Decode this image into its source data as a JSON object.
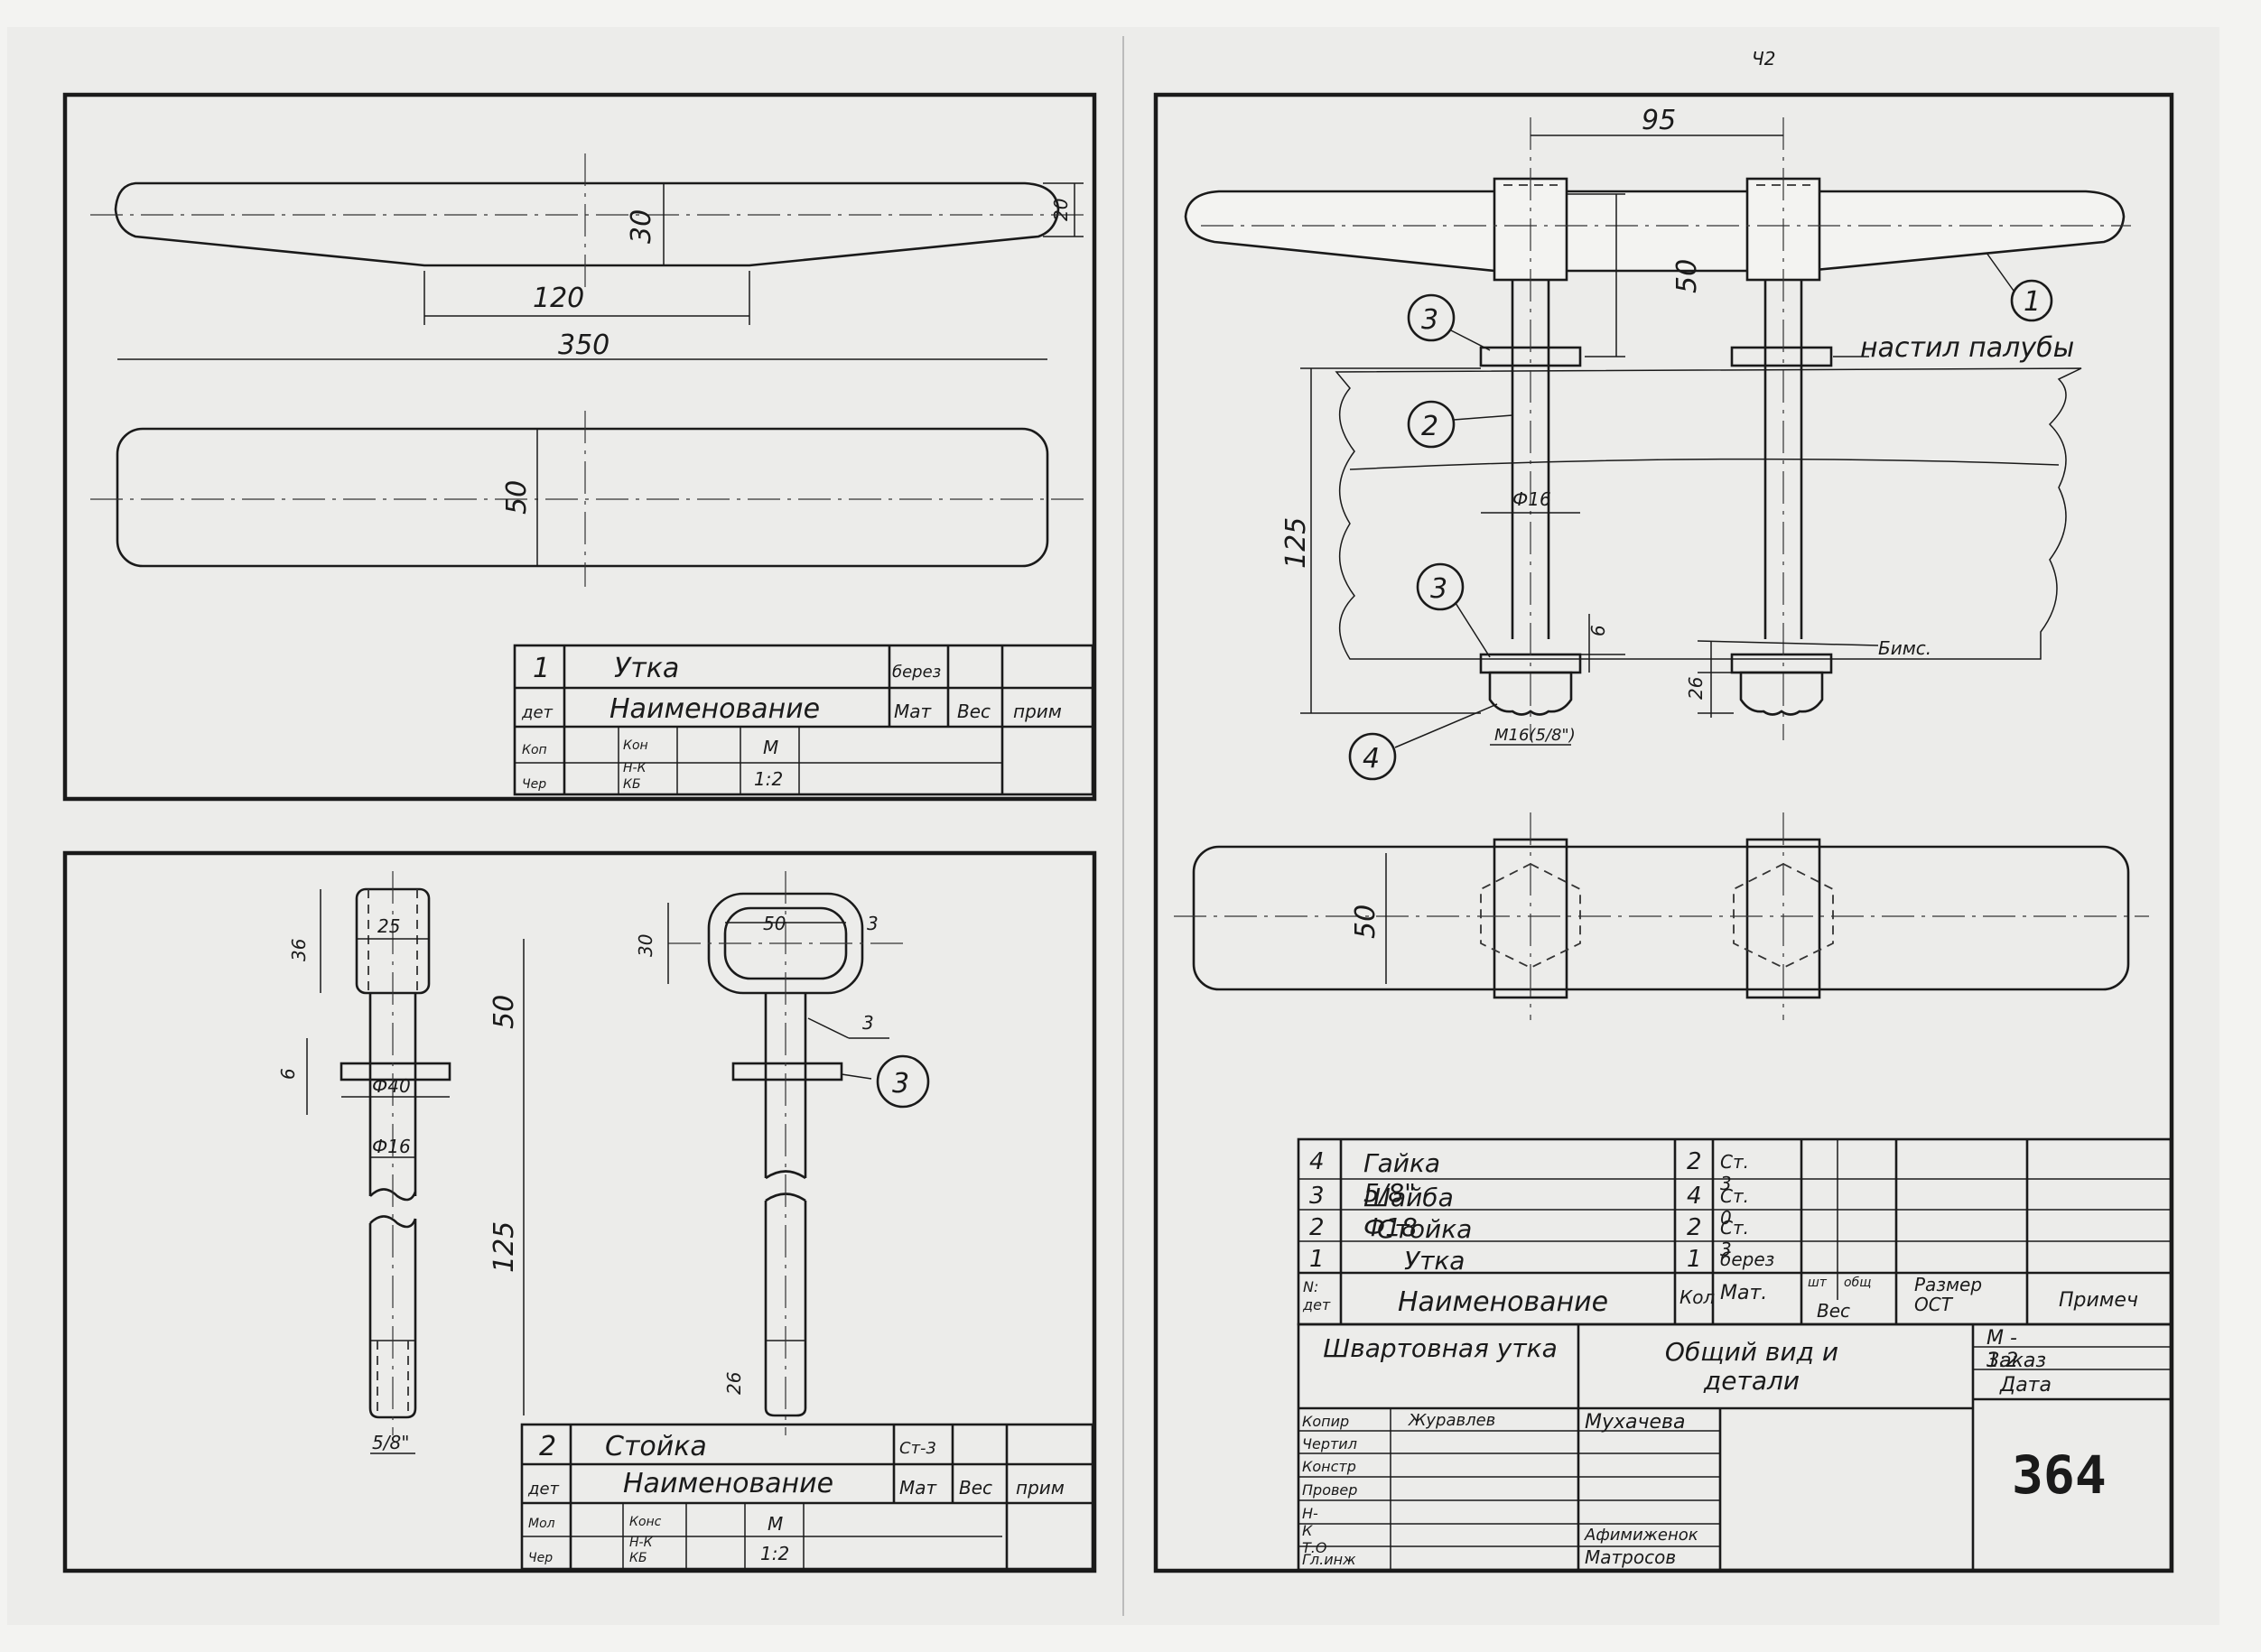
{
  "sheet_top_mark": "Ч2",
  "sheet_number": "364",
  "detail1": {
    "dims": {
      "total_length": "350",
      "middle_length": "120",
      "middle_height": "30",
      "end_height": "20",
      "width": "50"
    },
    "title_block": {
      "pos": "1",
      "name": "Утка",
      "material": "берез",
      "h_pos": "дет",
      "h_name": "Наименование",
      "h_mat": "Мат",
      "h_weight": "Вес",
      "h_note": "прим",
      "r1a": "Коп",
      "r1b": "Кон",
      "r2a": "Чер",
      "r2b": "Н-К",
      "r2c": "КБ",
      "scale_label": "М",
      "scale": "1:2"
    }
  },
  "detail2": {
    "dims": {
      "head_height": "36",
      "head_width": "25",
      "washer_thick": "6",
      "washer_dia": "Ф40",
      "rod_dia": "Ф16",
      "upper_length": "50",
      "rod_length": "125",
      "thread_length": "26",
      "thread": "5/8\"",
      "ring_height": "30",
      "ring_width": "50",
      "ring_wall": "3",
      "weld_mark": "3"
    },
    "balloons": {
      "washer": "3"
    },
    "title_block": {
      "pos": "2",
      "name": "Стойка",
      "material": "Ст-3",
      "h_pos": "дет",
      "h_name": "Наименование",
      "h_mat": "Мат",
      "h_weight": "Вес",
      "h_note": "прим",
      "r1a": "Мол",
      "r1b": "Конс",
      "r2a": "Чер",
      "r2b": "Н-К",
      "r2c": "КБ",
      "scale_label": "М",
      "scale": "1:2"
    }
  },
  "assembly": {
    "dims": {
      "post_spacing": "95",
      "height_above_deck": "50",
      "deck_thickness": "125",
      "rod_dia": "Ф16",
      "nut_gap": "6",
      "nut_height": "26",
      "thread": "М16(5/8\")",
      "width": "50"
    },
    "labels": {
      "deck": "настил палубы",
      "beam": "Бимс."
    },
    "balloons": {
      "b1": "1",
      "b2": "2",
      "b3a": "3",
      "b3b": "3",
      "b4": "4"
    }
  },
  "parts_list": [
    {
      "no": "4",
      "name": "Гайка 5/8\"",
      "qty": "2",
      "material": "Ст. 3"
    },
    {
      "no": "3",
      "name": "Шайба Ф18",
      "qty": "4",
      "material": "Ст. 0"
    },
    {
      "no": "2",
      "name": "Стойка",
      "qty": "2",
      "material": "Ст. 3"
    },
    {
      "no": "1",
      "name": "Утка",
      "qty": "1",
      "material": "берез"
    }
  ],
  "parts_header": {
    "no": "N: дет",
    "name": "Наименование",
    "qty": "Кол",
    "material": "Мат.",
    "weight_unit": "шт",
    "weight_total": "общ",
    "weight": "Вес",
    "size": "Размер ОСТ",
    "note": "Примеч"
  },
  "main_title": {
    "product": "Швартовная утка",
    "view": "Общий вид и детали",
    "scale": "М - 1:2",
    "order": "Заказ",
    "date": "Дата",
    "roles": [
      "Копир",
      "Чертил",
      "Констр",
      "Провер",
      "Н-К Т.О",
      "Гл.инж"
    ],
    "signature": "Журавлев",
    "names": {
      "drawn": "Мухачева",
      "nko": "Афимиженок",
      "chief": "Матросов"
    }
  }
}
